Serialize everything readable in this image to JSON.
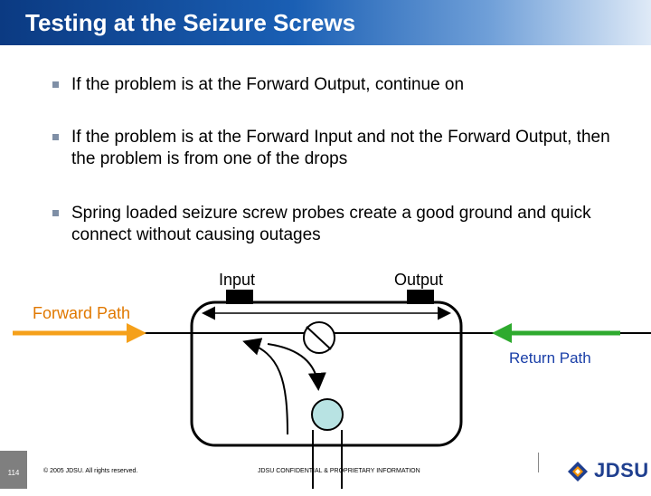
{
  "slide": {
    "title": "Testing at the Seizure Screws",
    "bullets": [
      "If the problem is at the Forward Output, continue on",
      "If the problem is at the Forward Input and not the Forward Output, then the problem is from one of the drops",
      "Spring loaded seizure screw probes create a good ground and quick connect without causing outages"
    ]
  },
  "diagram": {
    "input_label": "Input",
    "output_label": "Output",
    "forward_path_label": "Forward Path",
    "return_path_label": "Return Path",
    "colors": {
      "forward": "#f5a01a",
      "return": "#2eaa2e",
      "tap_fill": "#b8e3e3",
      "port": "#000000"
    }
  },
  "footer": {
    "page_number": "114",
    "copyright": "© 2005 JDSU. All rights reserved.",
    "confidential": "JDSU CONFIDENTIAL & PROPRIETARY INFORMATION",
    "logo_text": "JDSU",
    "logo_icon": "jdsu-diamond-logo-icon"
  }
}
